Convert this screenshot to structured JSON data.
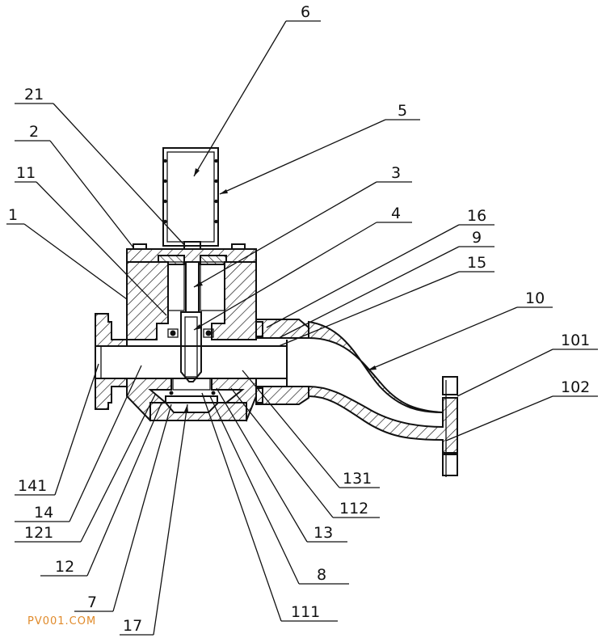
{
  "watermark": "PV001.COM",
  "labels": {
    "l6": "6",
    "l21": "21",
    "l5": "5",
    "l2": "2",
    "l3": "3",
    "l11": "11",
    "l4": "4",
    "l16": "16",
    "l1": "1",
    "l9": "9",
    "l15": "15",
    "l10": "10",
    "l101": "101",
    "l102": "102",
    "l141": "141",
    "l131": "131",
    "l14": "14",
    "l112": "112",
    "l121": "121",
    "l13": "13",
    "l12": "12",
    "l8": "8",
    "l7": "7",
    "l111": "111",
    "l17": "17"
  }
}
